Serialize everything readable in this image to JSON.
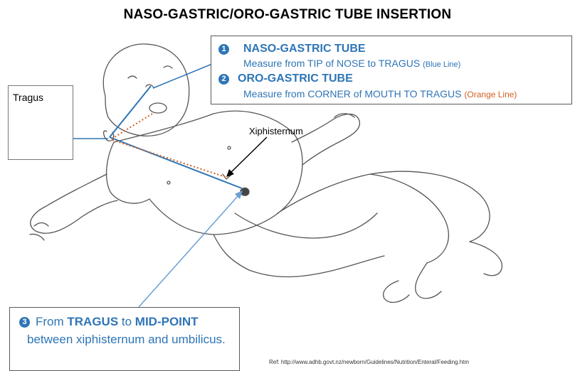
{
  "title": "NASO-GASTRIC/ORO-GASTRIC TUBE INSERTION",
  "steps": {
    "one": {
      "number": "1",
      "heading": "NASO-GASTRIC TUBE",
      "text": "Measure from TIP of NOSE to TRAGUS",
      "note": "(Blue Line)"
    },
    "two": {
      "number": "2",
      "heading": "ORO-GASTRIC TUBE",
      "text": "Measure from CORNER of MOUTH TO TRAGUS",
      "note": "(Orange Line)"
    },
    "three": {
      "number": "3",
      "pre": "From ",
      "bold1": "TRAGUS",
      "mid": " to ",
      "bold2": "MID-POINT",
      "rest": "between xiphisternum and umbilicus."
    }
  },
  "labels": {
    "tragus": "Tragus",
    "xiphisternum": "Xiphisternum"
  },
  "reference": "Ref: http://www.adhb.govt.nz/newborn/Guidelines/Nutrition/Enteral/Feeding.htm",
  "colors": {
    "blue": "#2e75b6",
    "orange": "#d06020",
    "sketch": "#555555"
  }
}
